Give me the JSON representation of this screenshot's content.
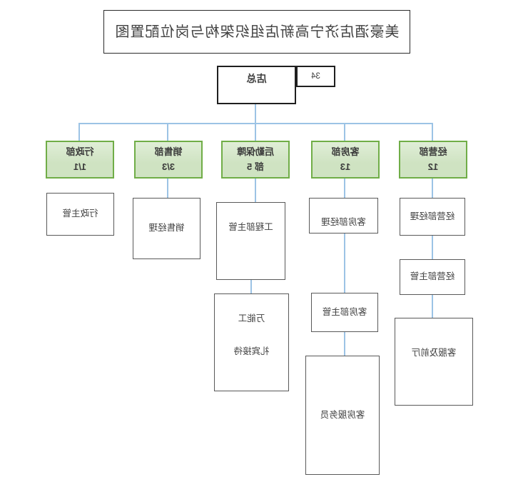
{
  "colors": {
    "connector": "#9CC3E5",
    "department_fill": "#CFE3C2",
    "department_fill_light": "#E0EED7",
    "department_border": "#70AD47",
    "box_border": "#595959",
    "text": "#404040"
  },
  "org": {
    "title": "美豪酒店济宁高新店组织架构与岗位配置图",
    "root": {
      "label": "店总",
      "total_headcount": "34"
    },
    "departments": {
      "admin": {
        "line1": "行政部",
        "line2": "1/1"
      },
      "sales": {
        "line1": "销售部",
        "line2": "3/3"
      },
      "logistics": {
        "line1": "后勤保障",
        "line2": "部 5"
      },
      "housekeeping": {
        "line1": "客房部",
        "line2": "13"
      },
      "operations": {
        "line1": "经营部",
        "line2": "12"
      }
    },
    "staff": {
      "admin_supervisor": "行政主管",
      "sales_manager": "销售经理",
      "engineering_supervisor": "工程部主管",
      "utility_worker": "万能工",
      "concierge": "礼宾接待",
      "housekeeping_manager": "客房部经理",
      "housekeeping_supervisor": "客房部主管",
      "room_attendant": "客房服务员",
      "operations_manager": "经营部经理",
      "operations_supervisor": "经营部主管",
      "service_frontdesk": "客服及前厅"
    }
  }
}
